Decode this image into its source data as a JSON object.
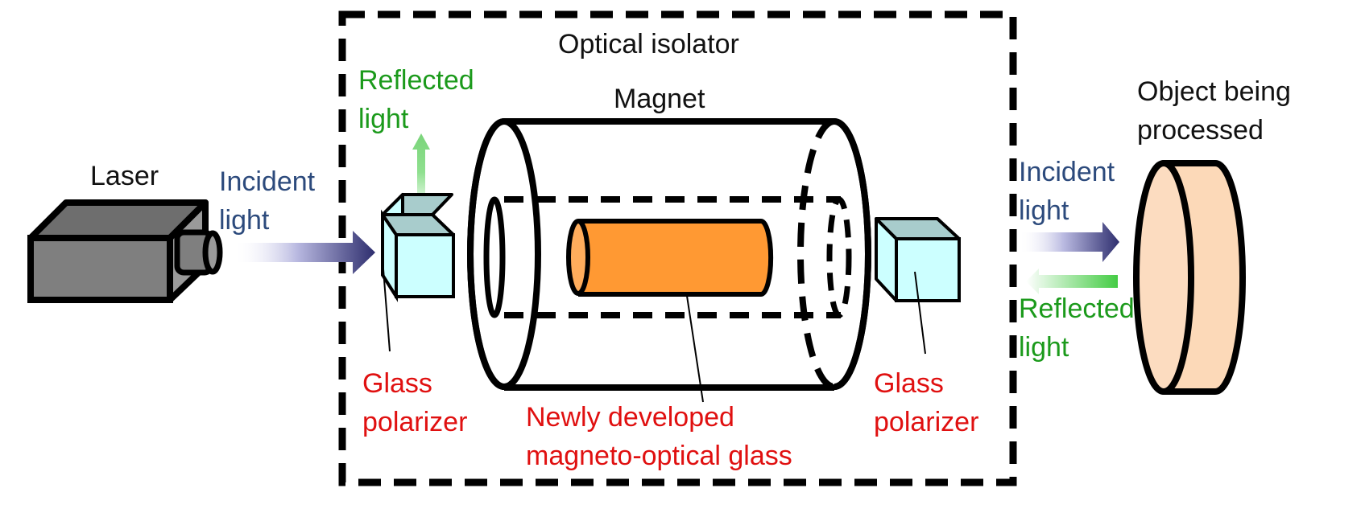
{
  "title": "Optical isolator",
  "colors": {
    "incident": "#2c4a7c",
    "reflected": "#1b9a1b",
    "component_label": "#e01010",
    "laser_body": "#808080",
    "polarizer": "#ccffff",
    "mo_glass": "#ff9933",
    "object": "#fcd9b8"
  },
  "labels": {
    "laser": "Laser",
    "incident_left_1": "Incident",
    "incident_left_2": "light",
    "reflected_top_1": "Reflected",
    "reflected_top_2": "light",
    "isolator": "Optical isolator",
    "magnet": "Magnet",
    "glass_left_1": "Glass",
    "glass_left_2": "polarizer",
    "mo_glass_1": "Newly developed",
    "mo_glass_2": "magneto-optical glass",
    "glass_right_1": "Glass",
    "glass_right_2": "polarizer",
    "object_1": "Object being",
    "object_2": "processed",
    "incident_right_1": "Incident",
    "incident_right_2": "light",
    "reflected_right_1": "Reflected",
    "reflected_right_2": "light"
  }
}
